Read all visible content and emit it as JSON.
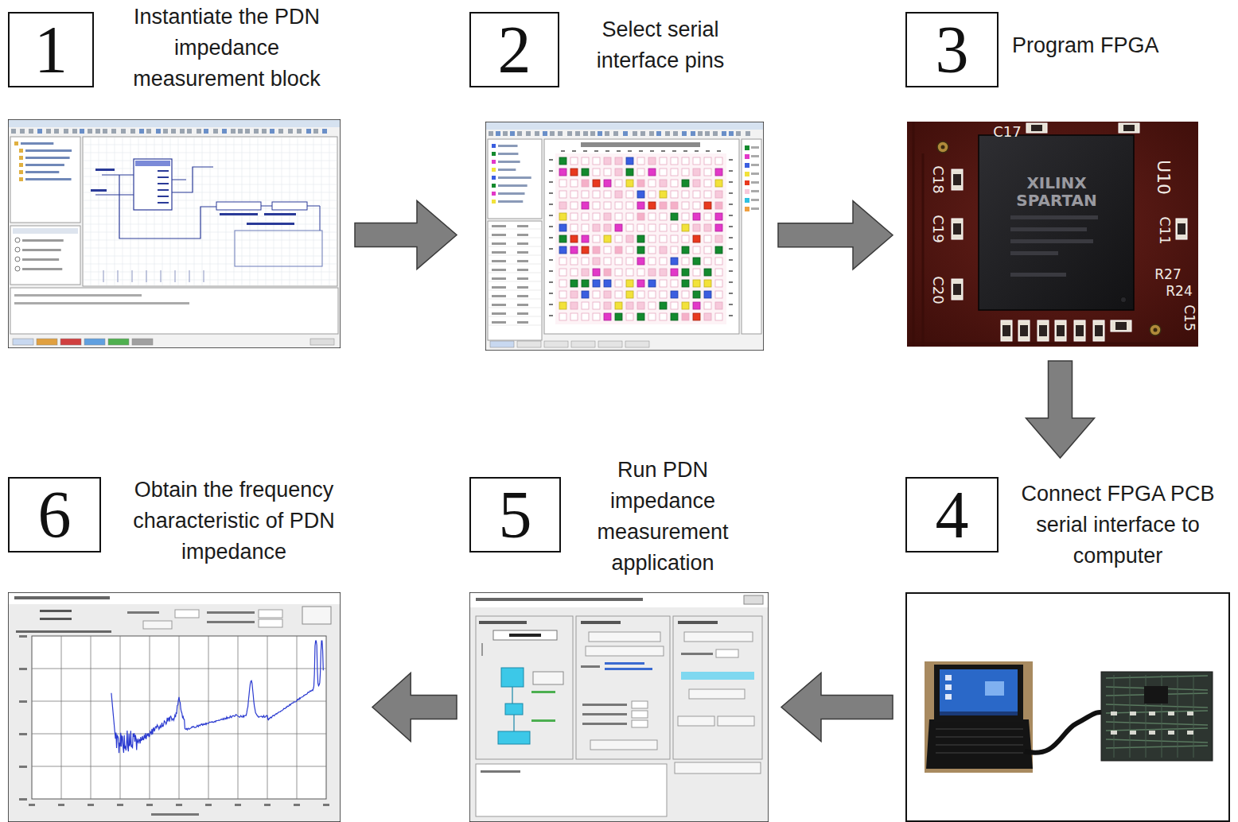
{
  "diagram": {
    "nodes": [
      {
        "text": [
          "1",
          "Instantiate the PDN impedance measurement block"
        ]
      },
      {
        "text": [
          "2",
          "Select serial interface pins"
        ]
      },
      {
        "text": [
          "3",
          "Program FPGA"
        ]
      },
      {
        "text": [
          "4",
          "Connect FPGA PCB serial interface to computer"
        ]
      },
      {
        "text": [
          "5",
          "Run PDN impedance measurement application"
        ]
      },
      {
        "text": [
          "6",
          "Obtain the frequency characteristic of PDN impedance"
        ]
      }
    ],
    "edges": [
      {
        "from": 0,
        "to": 1,
        "arrow": "to"
      },
      {
        "from": 1,
        "to": 2,
        "arrow": "to"
      },
      {
        "from": 2,
        "to": 3,
        "arrow": "to"
      },
      {
        "from": 3,
        "to": 4,
        "arrow": "to"
      },
      {
        "from": 4,
        "to": 5,
        "arrow": "to"
      }
    ],
    "labels": [
      "C17",
      "C18",
      "C19",
      "C20",
      "XILINX",
      "SPARTAN",
      "U10",
      "C11",
      "R27",
      "R24",
      "C15"
    ]
  }
}
